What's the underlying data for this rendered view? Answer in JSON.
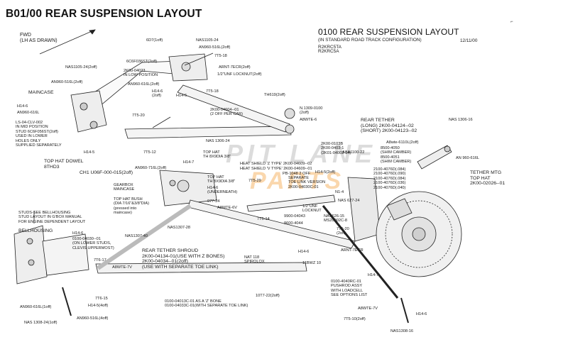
{
  "title": "B01/00 REAR SUSPENSION LAYOUT",
  "subtitle": "0100 REAR SUSPENSION LAYOUT",
  "config": "(IN STANDARD ROAD TRACK CONFIGURATION)",
  "date": "12/11/00",
  "models": [
    "R2KRC5TA",
    "R2KRC5A"
  ],
  "fwd_note": "FWD\n(LH AS DRAWN)",
  "column_marker": "⌐",
  "watermark": {
    "top": "PIT LANE",
    "bottom": "PARTS"
  },
  "labels": {
    "nas1105_24_top": "NAS1105-24",
    "an960_516l_top": "AN960-516L(2off)",
    "label_6d7": "6D7(1off)",
    "label_7t5_18": "7T5-18",
    "label_6c6f": "6C6F036ST(2off)",
    "label_2k00_04023": "2K00-04023\nIN LOW POSITION",
    "an960_616l_2off": "AN960-616L(2off)",
    "arnt_7ecr": "ARNT-7ECR(2off)",
    "unf_locknut_top": "1/2\"UNF LOCKNUT(2off)",
    "h14_6_2off": "H14-6\n(2off)",
    "h14_5": "H14-5",
    "label_7t5_18b": "7T5-18",
    "nas1105_24_2off": "NAS1105-24(2off)",
    "an960_516l_left": "AN960-516L(2off)",
    "maincase_top": "MAINCASE",
    "h14_6_left": "H14-6",
    "an960_616l_left": "AN960-616L",
    "ls04_clv": "LS-04-CLV-002\nIN MID POSITION\nSTUD 6C6F056ST(2off)\nUSED IN LOWER\nHOLES ONLY\nSUPPLIED SEPARATELY",
    "h14_5_left": "H14-5",
    "top_hat_dowel": "TOP HAT DOWEL\n8THD3",
    "ch1_u06f": "CH1 U06F-000-015(2off)",
    "label_7t5_20": "7T5-20",
    "label_2k00_04604": "2K00-04604--01\n(2 OFF PER CAR)",
    "th619": "TH619(2off)",
    "n1309": "N.1309-0100\n(2off)",
    "a8wte6": "A8WTE-6",
    "label_7t5_12": "7T5-12",
    "nas1306_24_mid": "NAS 1306-24",
    "top_hat_th": "TOP HAT\nTH 8X9DIA 3/8\"",
    "an960_716l": "AN960-716L(2off)",
    "h14_7": "H14-7",
    "heat_shield_1": "HEAT SHIELD 'Z TYPE' 2K00-04609--02",
    "heat_shield_2": "HEAT SHIELD 'V TYPE' 2K00-04609--01",
    "pb_1048": "PB-1048 2 OFF",
    "h14_5_2off": "H14-5(2off)",
    "top_hat_th2": "TOP HAT\nTH 8X9DIA 3/8\"",
    "h14_6_under": "H14-6\n(UNDERNEATH)",
    "gearbox_maincase": "GEARBOX\nMAINCASE",
    "top_hat_bush": "TOP HAT BUSH\n(DIA 7/16\"&3/8\"DIA)\n(pressed into\nmaincase)",
    "label_7t5_29": "7T5-29",
    "separate_toe": "SEPARATE\nTOE LINK VERSION\n2K00-04030C-01",
    "n1_4": "N1-4",
    "label_977_24": "977-24",
    "a8wte_6v": "A8WTE-6V",
    "label_7t5_14": "7T5-14",
    "label_9900": "9900-04043",
    "label_8600": "8600-4044",
    "unf_locknut_mid": "1/2\"UNF\nLOCKNUT",
    "nas626": "NAS626-15\nMS20002C-8",
    "label_7t5_20b": "7T5-20\n(2off)",
    "nas627": "NAS 627-24",
    "rear_tether": "REAR TETHER\n(LONG) 2K00-04124--02\n(SHORT) 2K00-04123--02",
    "nas1306_16": "NAS 1306-16",
    "a8wte_ar": "A8wte-6110L(2off)",
    "label_8500_4050": "8500-4050\n(SHIM CAMBER)\n8500-4051\n(SHIM CAMBER)",
    "camber_shims": "2100-4076D(.084)\n2100-4076D(.090)\n2100-4076D(.084)\n2100-4076D(.036)\n2100-4076D(.040)",
    "an960_616l_right": "AN 960-616L",
    "tether_mtg": "TETHER MTG\nTOP HAT\n2K00-02026--01",
    "label_2k00_0103b": "2K00-0103B\n2K00-0403-1\n(2K01-04003-04)",
    "asa_1": "ASA1100-22",
    "studs_note": "STUDS-SEE BELLHOUSING\nSTUD LAYOUT IN G'BOX MANUAL\nFOR ENGINE DEPENDENT LAYOUT",
    "bellhousing": "BELLHOUSING",
    "h14_6_bell": "H14-6",
    "label_0100_04030": "0100-04030--01\n(ON LOWER STUDS,\nCLEVIS UPPERMOST)",
    "nas1307_40": "NAS1307-40",
    "label_7t6_17": "7T6-17",
    "a8wte_7v": "A8WTE-7V",
    "h14_5_4off": "H14-5(4off)",
    "label_7t6_15": "7T6-15",
    "an960_616l_1off": "AN960-616L(1off)",
    "an960_516l_4off": "AN960-516L(4off)",
    "nas1308_24": "NAS 1308-24(1off)",
    "rear_tether_shroud": "REAR TETHER SHROUD\n2K00-04134-01(USE WITH Z BONES)\n2K00-04034--01(2off)\n(USE WITH SEPARATE TOE LINK)",
    "nat118": "NAT 118\nSPIROLOX",
    "label_11bwz": "11BWZ 10",
    "h14_6_low": "H14-6",
    "arnt_7ecr_low": "ARNT-7ECR",
    "z_bone": "0100-04013C-01 AS A 'Z' BONE\n0100-04033C-01(WITH SEPARATE TOE LINK)",
    "label_10t7": "10T7-22(2off)",
    "pushrod": "0100-4040RC-01\nPUSHROD ASSY\nWITH LOADCELL\nSEE OPTIONS LIST",
    "h14_7_low": "H14-7",
    "a8wte_7v_low": "A8WTE-7V",
    "h14_6_br": "H14-6",
    "label_7t5_10": "7T5-10(2off)",
    "nas1308_16": "NAS1308-16",
    "nas1307_28": "NAS1307-28"
  }
}
